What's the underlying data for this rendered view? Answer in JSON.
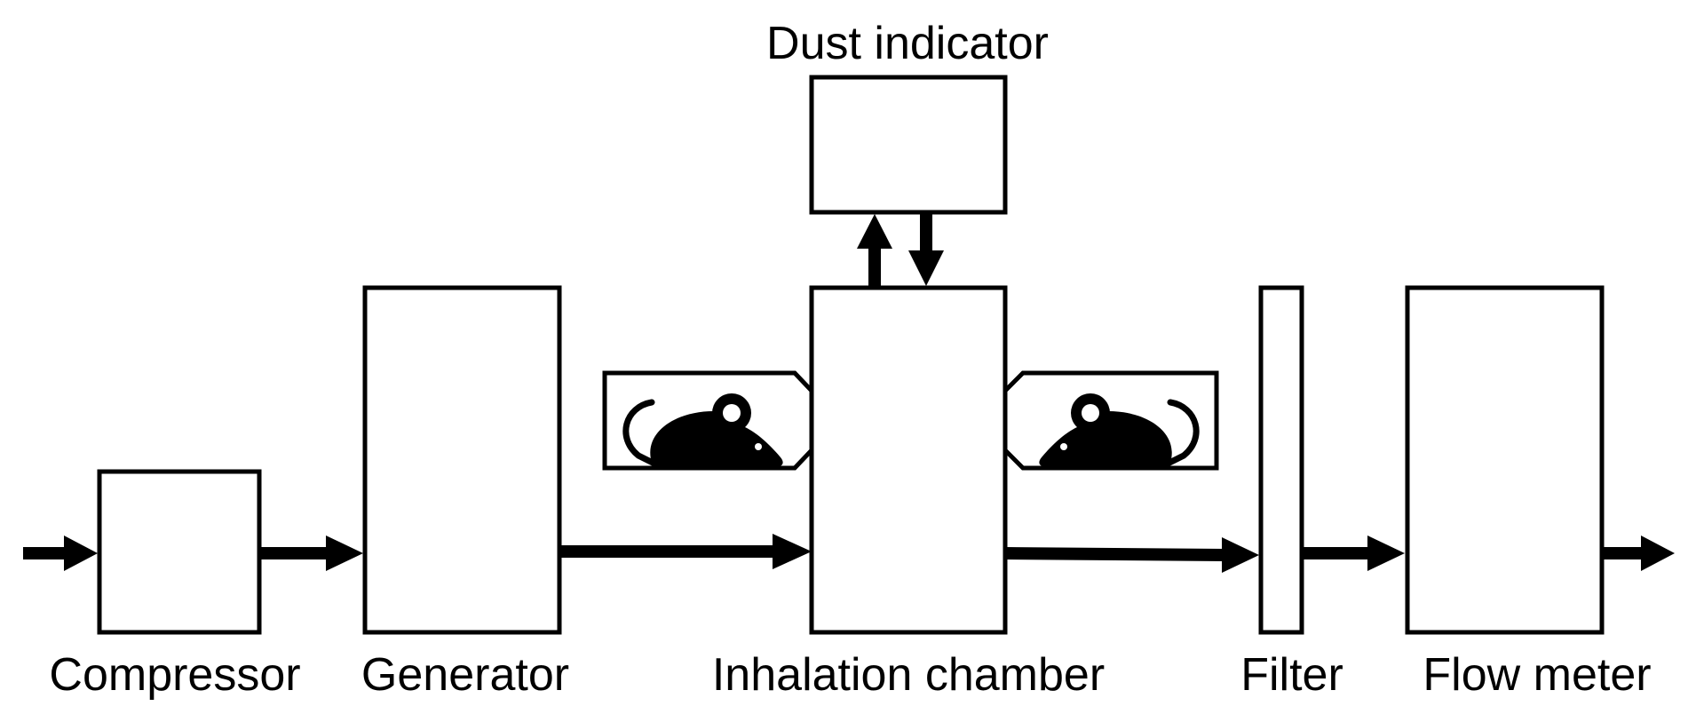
{
  "labels": {
    "compressor": "Compressor",
    "generator": "Generator",
    "inhalation_chamber": "Inhalation chamber",
    "dust_indicator": "Dust indicator",
    "filter": "Filter",
    "flow_meter": "Flow meter"
  },
  "colors": {
    "stroke": "#000000",
    "fill": "#ffffff"
  },
  "icons": {
    "left_holder": "mouse-icon",
    "right_holder": "mouse-icon"
  }
}
